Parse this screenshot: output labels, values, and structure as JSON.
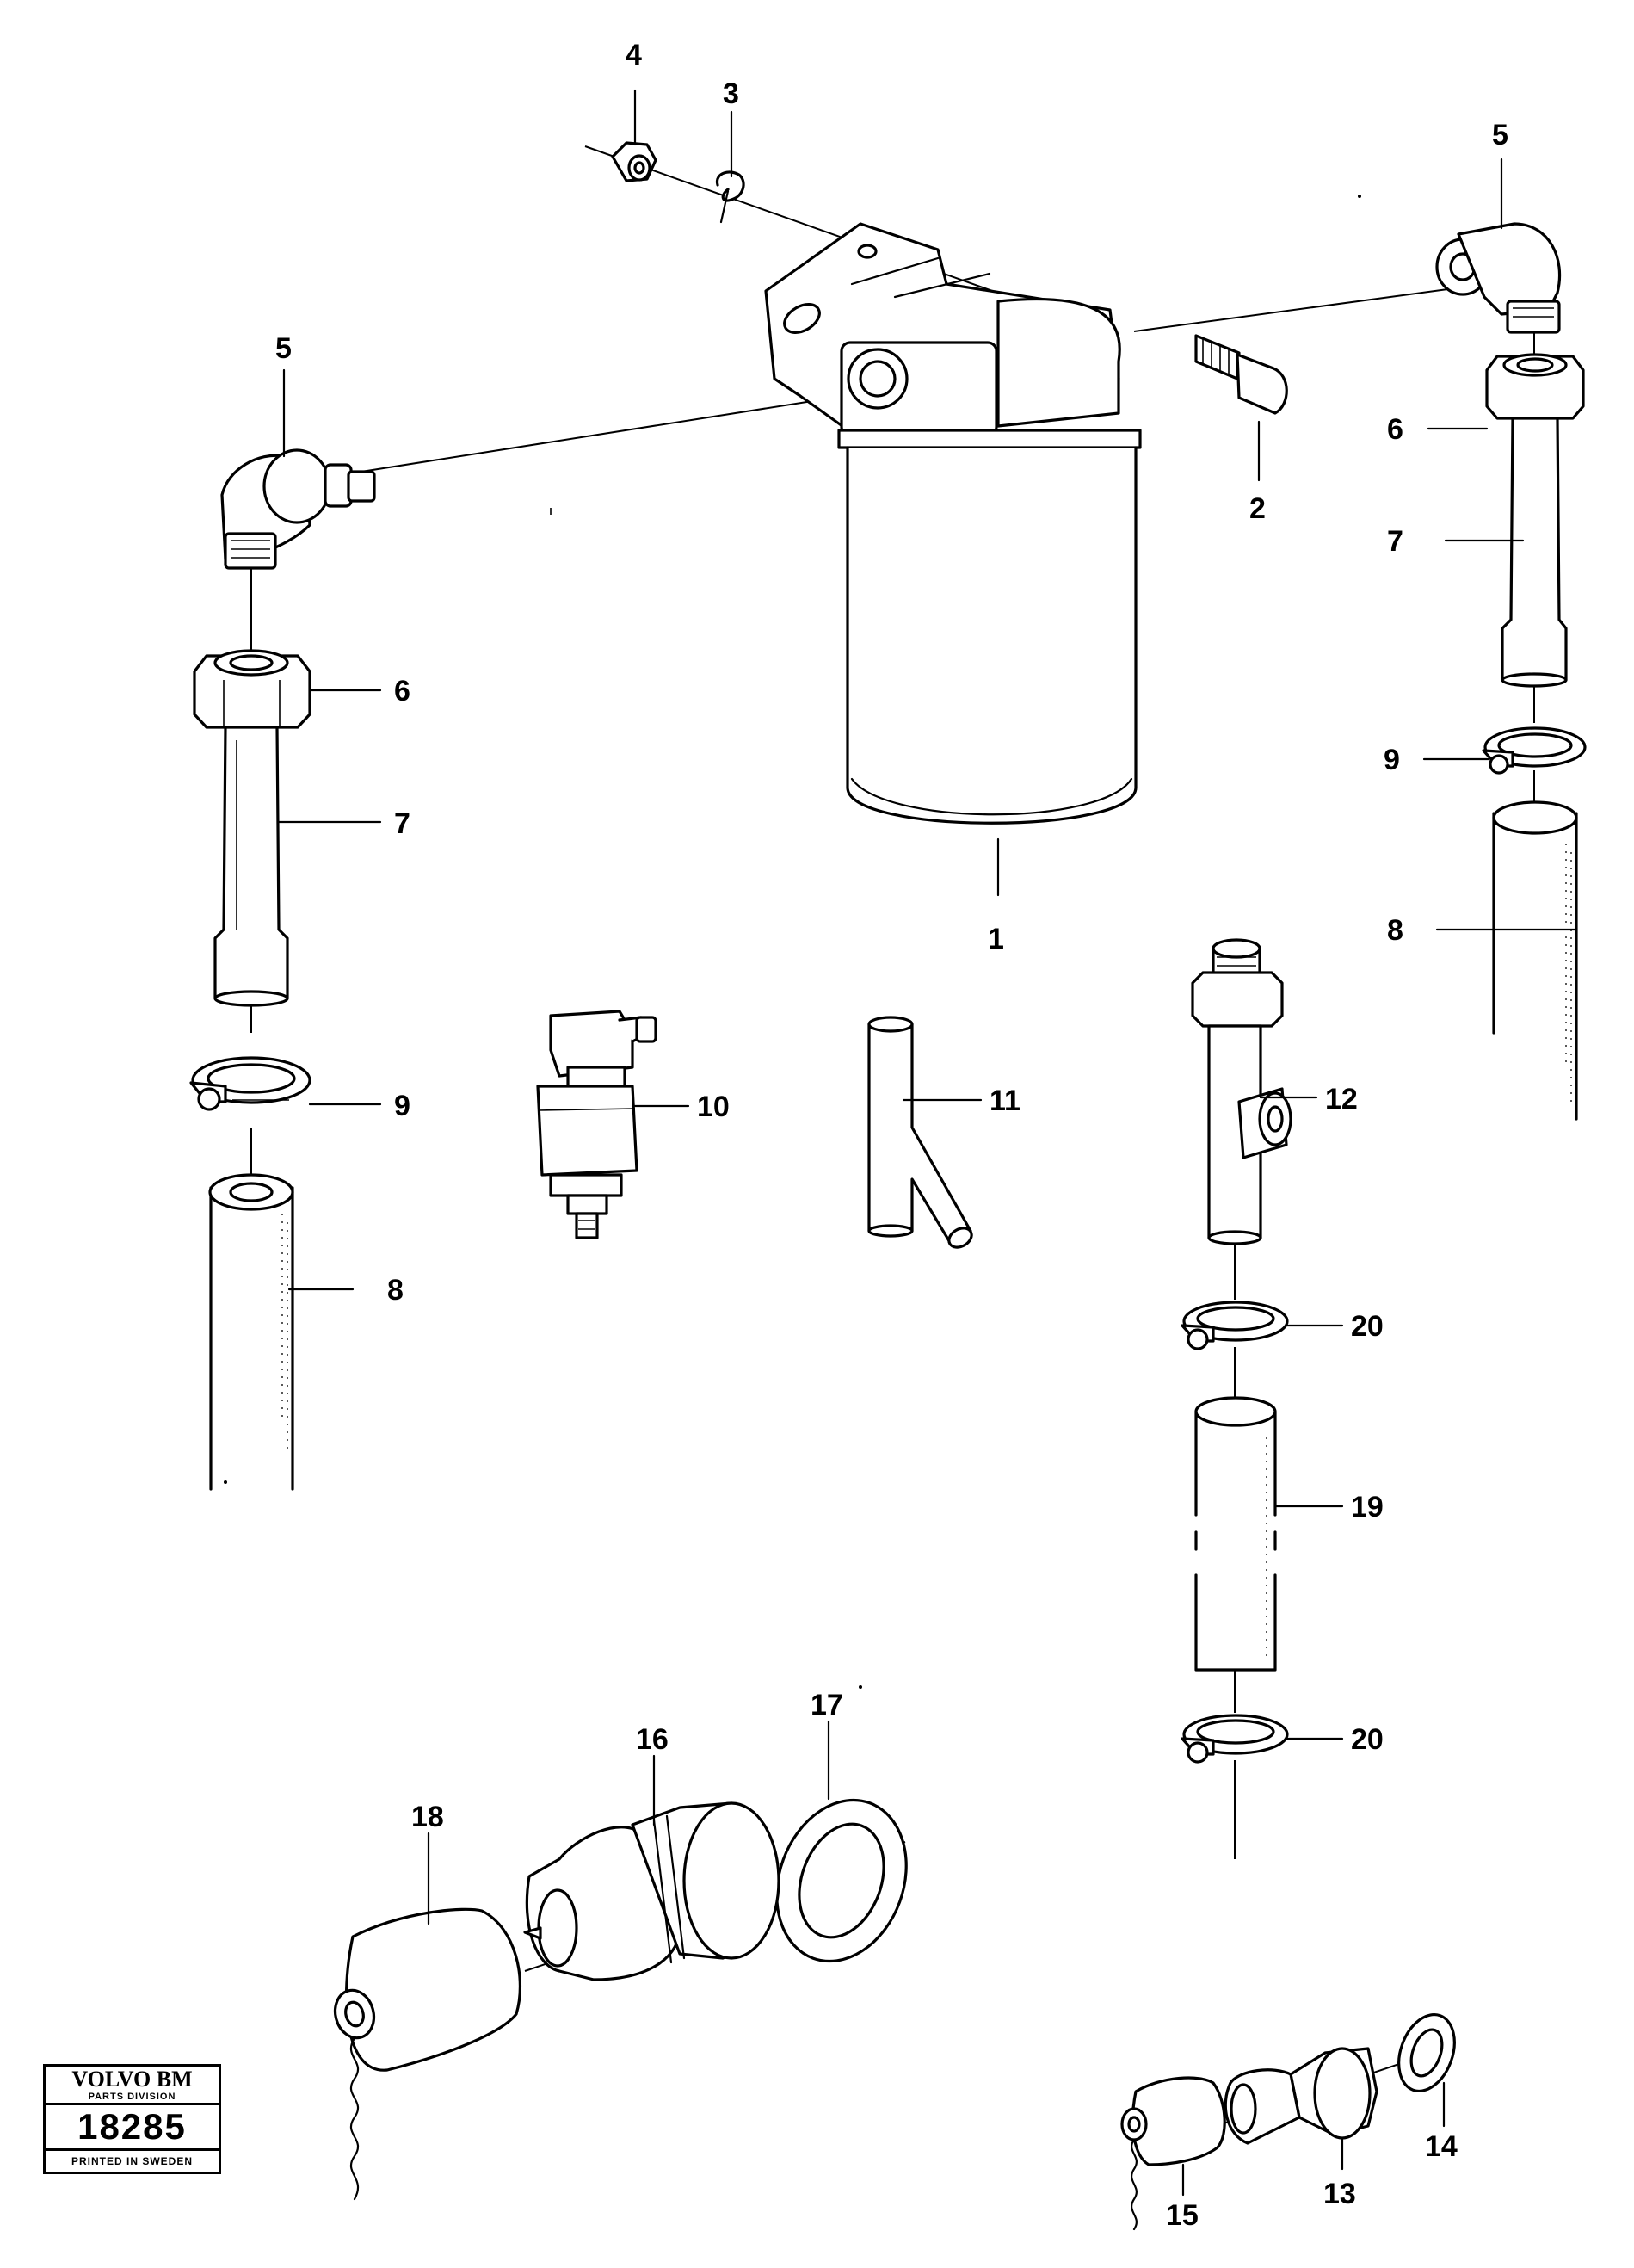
{
  "callouts": {
    "c1": "1",
    "c2": "2",
    "c3": "3",
    "c4": "4",
    "c5a": "5",
    "c5b": "5",
    "c6a": "6",
    "c6b": "6",
    "c7a": "7",
    "c7b": "7",
    "c8a": "8",
    "c8b": "8",
    "c9a": "9",
    "c9b": "9",
    "c10": "10",
    "c11": "11",
    "c12": "12",
    "c13": "13",
    "c14": "14",
    "c15": "15",
    "c16": "16",
    "c17": "17",
    "c18": "18",
    "c19": "19",
    "c20a": "20",
    "c20b": "20"
  },
  "badge": {
    "brand": "VOLVO BM",
    "division": "PARTS DIVISION",
    "number": "18285",
    "printed": "PRINTED IN SWEDEN"
  }
}
